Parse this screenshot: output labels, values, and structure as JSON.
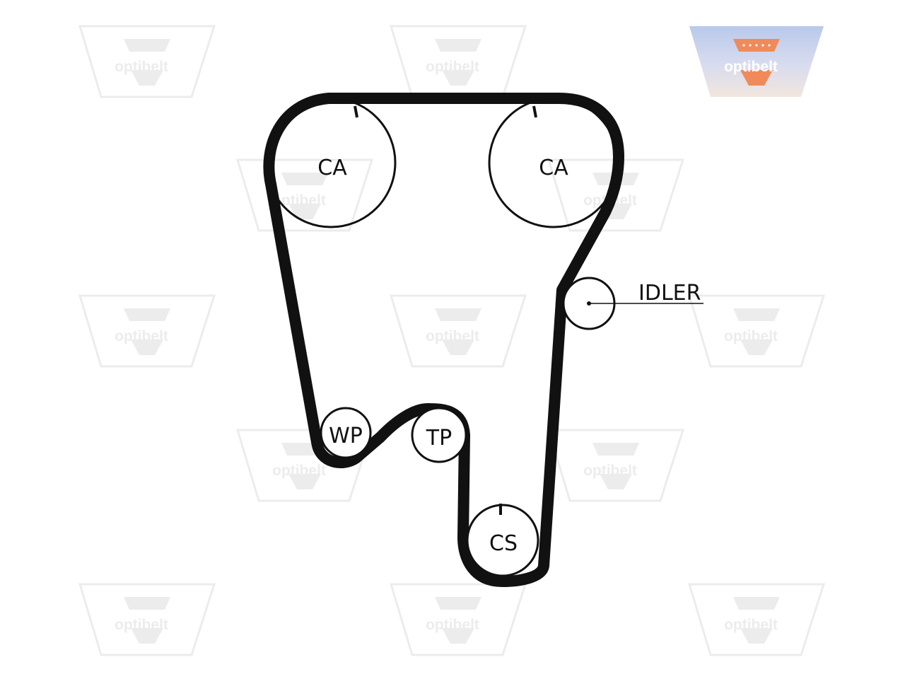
{
  "diagram": {
    "pulleys": [
      {
        "id": "ca-left",
        "label": "CA"
      },
      {
        "id": "ca-right",
        "label": "CA"
      },
      {
        "id": "idler",
        "label": "IDLER"
      },
      {
        "id": "wp",
        "label": "WP"
      },
      {
        "id": "tp",
        "label": "TP"
      },
      {
        "id": "cs",
        "label": "CS"
      }
    ],
    "colors": {
      "belt": "#111111",
      "outline": "#111111"
    }
  },
  "logo": {
    "text": "optibelt",
    "colors": {
      "panel": "#c9d4ea",
      "emblem": "#f08a5b",
      "text": "#ffffff"
    }
  },
  "watermark": {
    "text": "optibelt",
    "color": "#ececec"
  }
}
